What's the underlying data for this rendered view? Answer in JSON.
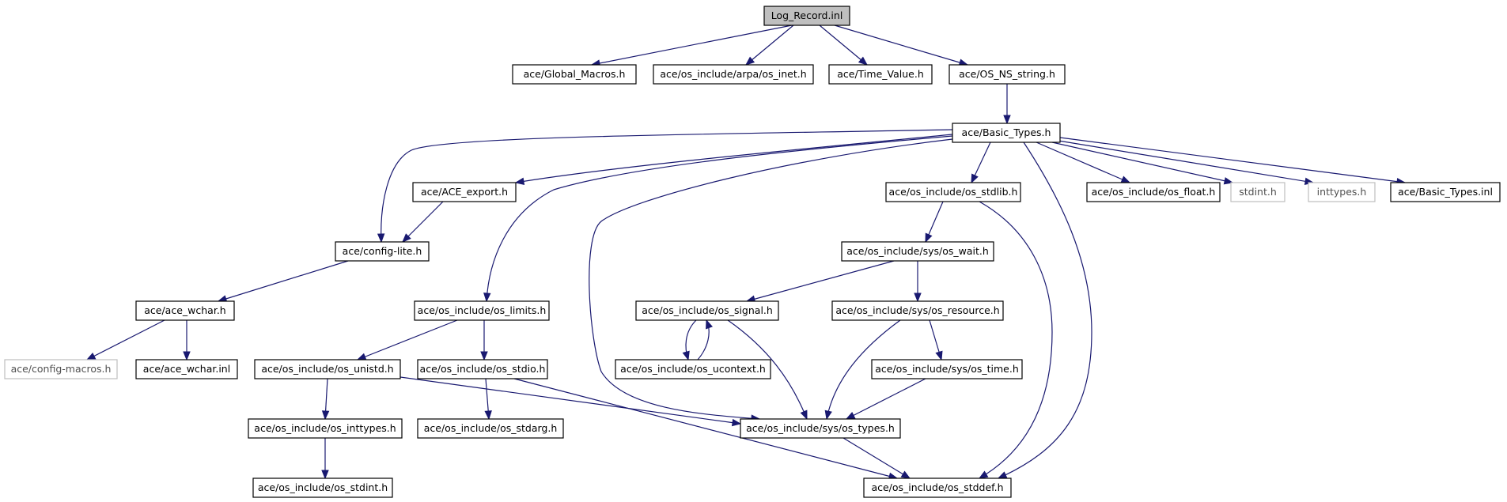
{
  "diagram": {
    "colors": {
      "edge": "#191970",
      "root_fill": "#bfbfbf",
      "border": "#000000",
      "external_border": "#bfbfbf"
    },
    "nodes": {
      "log_record": "Log_Record.inl",
      "global_macros": "ace/Global_Macros.h",
      "os_inet": "ace/os_include/arpa/os_inet.h",
      "time_value": "ace/Time_Value.h",
      "os_ns_string": "ace/OS_NS_string.h",
      "basic_types": "ace/Basic_Types.h",
      "ace_export": "ace/ACE_export.h",
      "os_stdlib": "ace/os_include/os_stdlib.h",
      "os_float": "ace/os_include/os_float.h",
      "stdint": "stdint.h",
      "inttypes": "inttypes.h",
      "basic_types_inl": "ace/Basic_Types.inl",
      "config_lite": "ace/config-lite.h",
      "os_wait": "ace/os_include/sys/os_wait.h",
      "ace_wchar": "ace/ace_wchar.h",
      "os_limits": "ace/os_include/os_limits.h",
      "os_signal": "ace/os_include/os_signal.h",
      "os_resource": "ace/os_include/sys/os_resource.h",
      "config_macros": "ace/config-macros.h",
      "ace_wchar_inl": "ace/ace_wchar.inl",
      "os_unistd": "ace/os_include/os_unistd.h",
      "os_stdio": "ace/os_include/os_stdio.h",
      "os_ucontext": "ace/os_include/os_ucontext.h",
      "os_time": "ace/os_include/sys/os_time.h",
      "os_inttypes": "ace/os_include/os_inttypes.h",
      "os_stdarg": "ace/os_include/os_stdarg.h",
      "os_types": "ace/os_include/sys/os_types.h",
      "os_stdint": "ace/os_include/os_stdint.h",
      "os_stddef": "ace/os_include/os_stddef.h"
    }
  }
}
